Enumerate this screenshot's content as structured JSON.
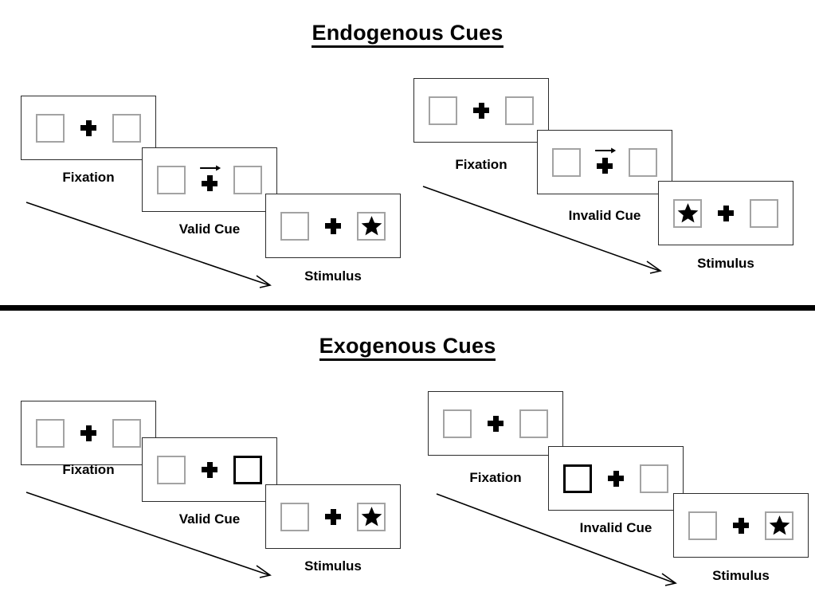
{
  "figure": {
    "sections": [
      {
        "id": "endogenous",
        "title": "Endogenous Cues",
        "cue_type": "central-arrow",
        "trials": [
          {
            "id": "endogenous-valid",
            "frames": [
              {
                "label": "Fixation",
                "left_box": "empty",
                "right_box": "empty",
                "cue": "none"
              },
              {
                "label": "Valid Cue",
                "left_box": "empty",
                "right_box": "empty",
                "cue": "arrow-right"
              },
              {
                "label": "Stimulus",
                "left_box": "empty",
                "right_box": "star",
                "cue": "none"
              }
            ]
          },
          {
            "id": "endogenous-invalid",
            "frames": [
              {
                "label": "Fixation",
                "left_box": "empty",
                "right_box": "empty",
                "cue": "none"
              },
              {
                "label": "Invalid Cue",
                "left_box": "empty",
                "right_box": "empty",
                "cue": "arrow-right"
              },
              {
                "label": "Stimulus",
                "left_box": "star",
                "right_box": "empty",
                "cue": "none"
              }
            ]
          }
        ]
      },
      {
        "id": "exogenous",
        "title": "Exogenous Cues",
        "cue_type": "peripheral-box-flash",
        "trials": [
          {
            "id": "exogenous-valid",
            "frames": [
              {
                "label": "Fixation",
                "left_box": "empty",
                "right_box": "empty",
                "cue": "none"
              },
              {
                "label": "Valid Cue",
                "left_box": "empty",
                "right_box": "cued",
                "cue": "none"
              },
              {
                "label": "Stimulus",
                "left_box": "empty",
                "right_box": "star",
                "cue": "none"
              }
            ]
          },
          {
            "id": "exogenous-invalid",
            "frames": [
              {
                "label": "Fixation",
                "left_box": "empty",
                "right_box": "empty",
                "cue": "none"
              },
              {
                "label": "Invalid Cue",
                "left_box": "cued",
                "right_box": "empty",
                "cue": "none"
              },
              {
                "label": "Stimulus",
                "left_box": "empty",
                "right_box": "star",
                "cue": "none"
              }
            ]
          }
        ]
      }
    ],
    "time_arrow_name": "time-progression-arrow",
    "colors": {
      "frame_border": "#2b2b2b",
      "box_border": "#a3a3a3",
      "cued_box_border": "#000000",
      "stimulus": "#000000",
      "divider": "#000000",
      "background": "#ffffff"
    }
  }
}
